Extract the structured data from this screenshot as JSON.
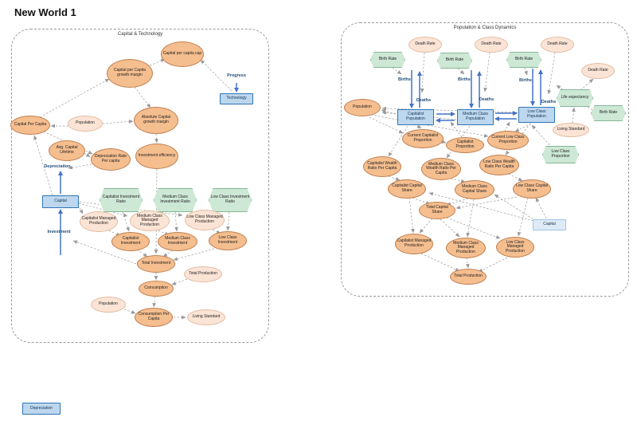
{
  "title": "New World 1",
  "left": {
    "title": "Capital & Technology",
    "capital_per_capita_cap": "Capital per capita cap",
    "capital_per_capita_growth_margin": "Capital per Capita growth margin",
    "progress": "Progress",
    "technology": "Technology",
    "population_top": "Population",
    "absolute_capital_growth_margin": "Absolute Capital growth margin",
    "capital_per_capita": "Capital Per Capita",
    "avg_capital_lifetime": "Avg. Capital Lifetime",
    "depreciation_rate_per_capita": "Depreciation Rate Per capita",
    "investment_efficiency": "Investment efficiency",
    "depreciation_flow": "Depreciation",
    "capital_stock": "Capital",
    "capitalist_investment_ratio": "Capitalist Investment Ratio",
    "medium_class_investment_ratio": "Medium Class Investment Ratio",
    "low_class_investment_ratio": "Low Class Investment Ratio",
    "capitalist_managed_production": "Capitalist Managed Production",
    "medium_class_managed_production": "Medium Class Managed Production",
    "low_class_managed_production": "Low Class Managed Production",
    "capitalist_investment": "Capitalist Investment",
    "medium_class_investment": "Medium Class Investment",
    "low_class_investment": "Low Class Investment",
    "investment_flow": "Investment",
    "total_investment": "Total Investment",
    "total_production": "Total Production",
    "consumption": "Consumption",
    "population_bottom": "Population",
    "consumption_per_capita": "Consumption Per Capita",
    "living_standard": "Living Standard"
  },
  "right": {
    "title": "Population & Class Dynamics",
    "death_rates": [
      "Death Rate",
      "Death Rate",
      "Death Rate",
      "Death Rate"
    ],
    "birth_rates": [
      "Birth Rate",
      "Birth Rate",
      "Birth Rate",
      "Birth Rate"
    ],
    "births": [
      "Births",
      "Births",
      "Births"
    ],
    "deaths": [
      "Deaths",
      "Deaths",
      "Deaths"
    ],
    "population": "Population",
    "capitalist_population": "Capitalist Population",
    "medium_class_population": "Medium Class Population",
    "low_class_population": "Low Class Population",
    "life_expectancy": "Life expectancy",
    "living_standard": "Living Standard",
    "current_capitalist_proportion": "Current Capitalist Proportion",
    "capitalist_proportion": "Capitalist Proportion",
    "current_low_class_proportion": "Current Low Class Proportion",
    "low_class_proportion": "Low Class Proportion",
    "capitalist_wealth_ratio": "Capitalist Wealth Ratio Per Capita",
    "medium_class_wealth_ratio": "Medium Class Wealth Ratio Per Capita",
    "low_class_wealth_ratio": "Low Class Wealth Ratio Per Capita",
    "capitalist_capital_share": "Capitalist Capital Share",
    "medium_class_capital_share": "Medium Class Capital Share",
    "low_class_capital_share": "Low Class Capital Share",
    "total_capital_share": "Total Capital Share",
    "capital": "Capital",
    "capitalist_managed_production": "Capitalist Managed Production",
    "medium_class_managed_production": "Medium Class Managed Production",
    "low_class_managed_production": "Low Class Managed Production",
    "total_production": "Total Production"
  },
  "footer": {
    "depreciation": "Depreciation"
  },
  "colors": {
    "stock_fill": "#BDD7EE",
    "stock_border": "#2E75B6",
    "variable_fill": "#F5BE8F",
    "variable_border": "#C07F4F",
    "shadow_fill": "#FBE4D5",
    "parameter_fill": "#CDE8D5",
    "parameter_border": "#86B796",
    "flow_blue": "#4472C4",
    "edge_gray": "#9A9A9A"
  }
}
